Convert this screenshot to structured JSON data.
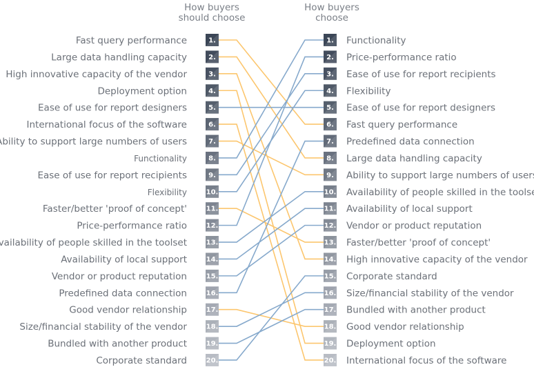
{
  "header": {
    "left_title": [
      "How buyers",
      "should choose"
    ],
    "right_title": [
      "How buyers",
      "choose"
    ]
  },
  "colors": {
    "moved_down": "#fcc66e",
    "moved_up_or_same": "#86a9cc",
    "box_dark": "#3b4656",
    "box_light": "#b8bcc4",
    "label": "#6b7078"
  },
  "left_items": [
    "Fast query performance",
    "Large data handling capacity",
    "High innovative capacity of the vendor",
    "Deployment option",
    "Ease of use for report designers",
    "International focus of the software",
    "Ability to support large numbers of users",
    "Functionality",
    "Ease of use for report recipients",
    "Flexibility",
    "Faster/better 'proof of concept'",
    "Price-performance ratio",
    "Availability of people skilled in the toolset",
    "Availability of local support",
    "Vendor or product reputation",
    "Predefined data connection",
    "Good vendor relationship",
    "Size/financial stability of the vendor",
    "Bundled with another product",
    "Corporate standard"
  ],
  "right_items": [
    "Functionality",
    "Price-performance ratio",
    "Ease of use for report recipients",
    "Flexibility",
    "Ease of use for report designers",
    "Fast query performance",
    "Predefined data connection",
    "Large data handling capacity",
    "Ability to support large numbers of users",
    "Availability of people skilled in the toolset",
    "Availability of local support",
    "Vendor or product reputation",
    "Faster/better 'proof of concept'",
    "High innovative capacity of the vendor",
    "Corporate standard",
    "Size/financial stability of the vendor",
    "Bundled with another product",
    "Good vendor relationship",
    "Deployment option",
    "International focus of the software"
  ],
  "rank_labels": [
    "1.",
    "2.",
    "3.",
    "4.",
    "5.",
    "6.",
    "7.",
    "8.",
    "9.",
    "10.",
    "11.",
    "12.",
    "13.",
    "14.",
    "15.",
    "16.",
    "17.",
    "18.",
    "19.",
    "20."
  ],
  "links": [
    6,
    8,
    14,
    19,
    5,
    20,
    9,
    1,
    3,
    4,
    13,
    2,
    10,
    11,
    12,
    7,
    18,
    16,
    17,
    15
  ]
}
